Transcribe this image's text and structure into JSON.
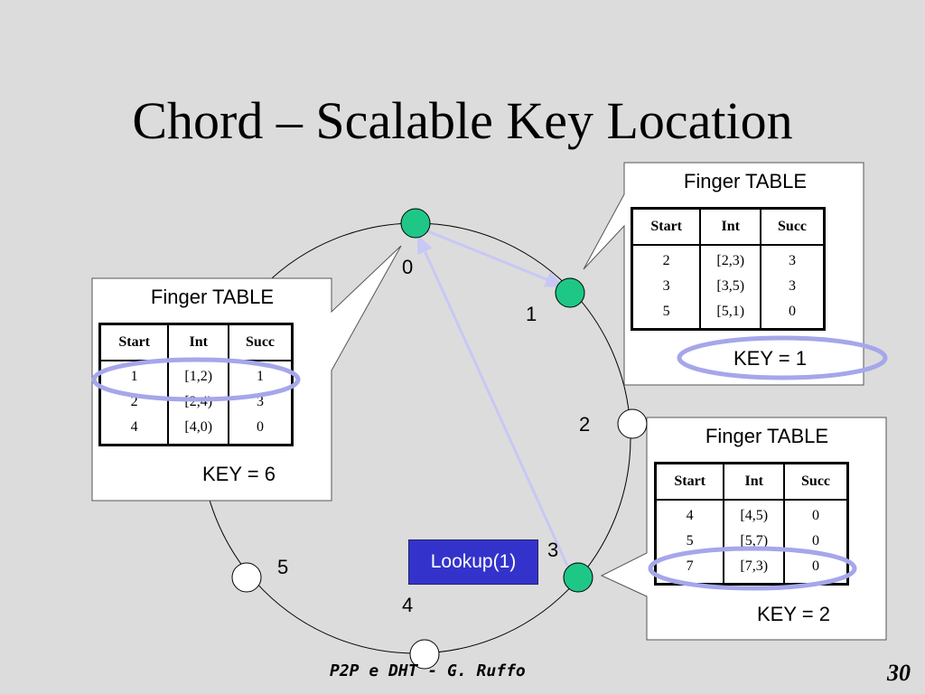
{
  "title": "Chord – Scalable Key Location",
  "ring": {
    "labels": [
      "0",
      "1",
      "2",
      "3",
      "4",
      "5"
    ]
  },
  "tables": [
    {
      "title": "Finger TABLE",
      "headers": [
        "Start",
        "Int",
        "Succ"
      ],
      "starts": [
        "2\n3\n5"
      ],
      "ints": [
        "[2,3)\n[3,5)\n[5,1)"
      ],
      "succs": [
        "3\n3\n0"
      ],
      "key": "KEY = 1"
    },
    {
      "title": "Finger TABLE",
      "headers": [
        "Start",
        "Int",
        "Succ"
      ],
      "starts": [
        "1\n2\n4"
      ],
      "ints": [
        "[1,2)\n[2,4)\n[4,0)"
      ],
      "succs": [
        "1\n3\n0"
      ],
      "key": "KEY = 6"
    },
    {
      "title": "Finger TABLE",
      "headers": [
        "Start",
        "Int",
        "Succ"
      ],
      "starts": [
        "4\n5\n7"
      ],
      "ints": [
        "[4,5)\n[5,7)\n[7,3)"
      ],
      "succs": [
        "0\n0\n0"
      ],
      "key": "KEY = 2"
    }
  ],
  "lookup_label": "Lookup(1)",
  "footer": "P2P e DHT - G. Ruffo",
  "page_number": "30",
  "colors": {
    "active_node": "#1fc787",
    "inactive_node": "#ffffff",
    "arrow": "#c8c8f5",
    "highlight_ellipse": "#a6a6ea",
    "lookup_button": "#3333cc"
  }
}
